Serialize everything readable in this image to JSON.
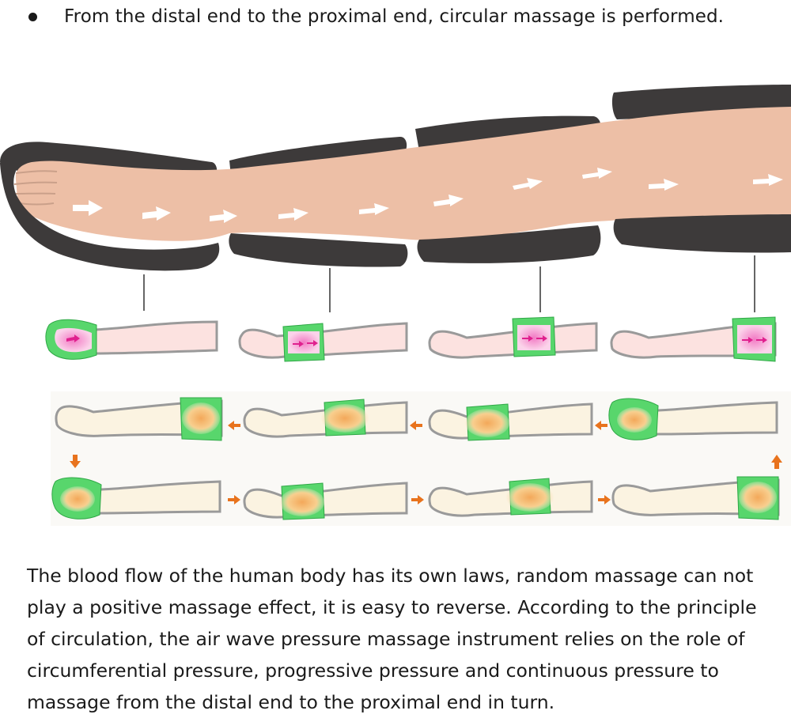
{
  "header": {
    "bullet_text": "From the distal end to the proximal end, circular massage is performed."
  },
  "caption": {
    "text": "The blood flow of the human body has its own laws, random massage can not play a positive massage effect, it is easy to reverse. According to the principle of circulation, the air wave pressure massage instrument relies on the role of circumferential pressure, progressive pressure and continuous pressure to massage from the distal end to the proximal end in turn."
  },
  "colors": {
    "skin": "#edbfa6",
    "cuff_dark": "#3d3a3a",
    "flow_arrow": "#ffffff",
    "chamber_active": "#58d66c",
    "pressure_pink": "#f7a8d2",
    "pressure_orange": "#f3a85a",
    "sequence_arrow": "#e8731d",
    "leg_light": "#fbf3e1"
  },
  "diagram": {
    "chambers": [
      "foot",
      "calf",
      "knee",
      "thigh"
    ],
    "single_stage_row": [
      {
        "active": "foot"
      },
      {
        "active": "calf"
      },
      {
        "active": "knee"
      },
      {
        "active": "thigh"
      }
    ],
    "cycle_grid": [
      [
        {
          "active": "thigh"
        },
        {
          "active": "knee"
        },
        {
          "active": "calf"
        },
        {
          "active": "foot"
        }
      ],
      [
        {
          "active": "foot"
        },
        {
          "active": "calf"
        },
        {
          "active": "knee"
        },
        {
          "active": "thigh"
        }
      ]
    ]
  }
}
